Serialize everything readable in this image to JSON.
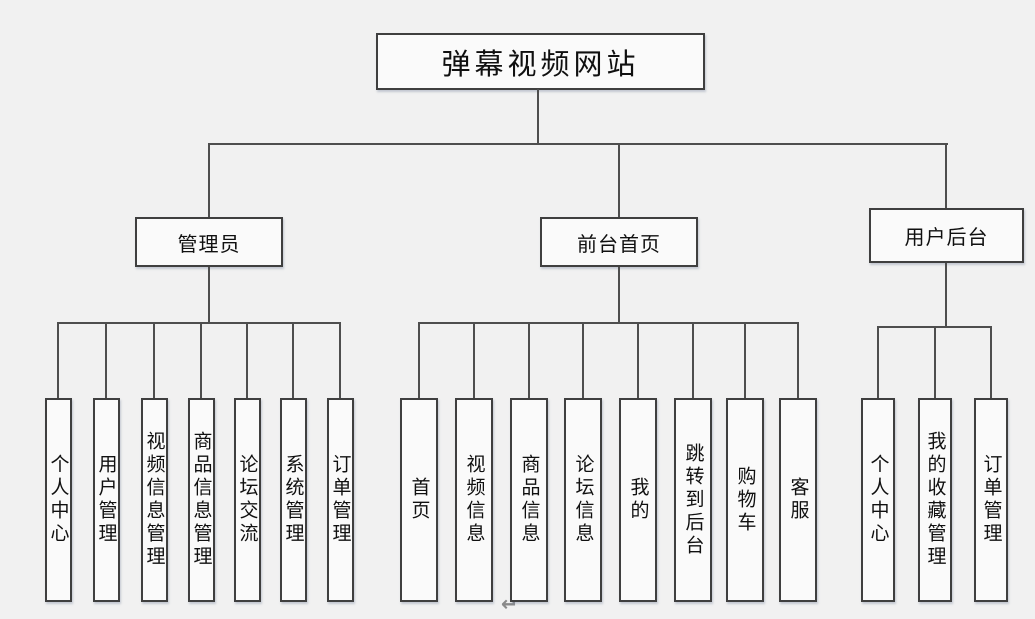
{
  "diagram": {
    "root": {
      "label": "弹幕视频网站"
    },
    "branches": [
      {
        "label": "管理员",
        "children": [
          "个人中心",
          "用户管理",
          "视频信息管理",
          "商品信息管理",
          "论坛交流",
          "系统管理",
          "订单管理"
        ]
      },
      {
        "label": "前台首页",
        "children": [
          "首页",
          "视频信息",
          "商品信息",
          "论坛信息",
          "我的",
          "跳转到后台",
          "购物车",
          "客服"
        ]
      },
      {
        "label": "用户后台",
        "children": [
          "个人中心",
          "我的收藏管理",
          "订单管理"
        ]
      }
    ]
  },
  "artifacts": {
    "return_mark": "↵"
  },
  "colors": {
    "background": "#f1f1f1",
    "node_fill": "#fafafa",
    "node_border": "#3f3f3f",
    "connector": "#4e4e4e",
    "text": "#101010",
    "artifact": "#8a8a8a"
  }
}
